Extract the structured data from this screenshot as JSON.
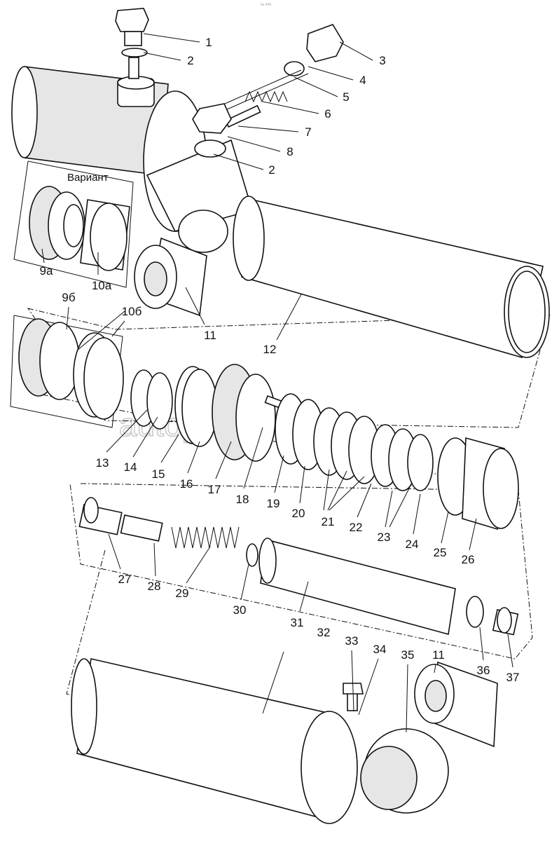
{
  "header_mark": "№ ###",
  "variant_caption": "Вариант",
  "watermark": "autoplier.ru",
  "callouts": {
    "c1": "1",
    "c2a": "2",
    "c3": "3",
    "c4": "4",
    "c5": "5",
    "c6": "6",
    "c7": "7",
    "c8": "8",
    "c2b": "2",
    "c9a": "9а",
    "c10a": "10а",
    "c9b": "9б",
    "c10b": "10б",
    "c11a": "11",
    "c12": "12",
    "c13": "13",
    "c14": "14",
    "c15": "15",
    "c16": "16",
    "c17": "17",
    "c18": "18",
    "c19": "19",
    "c20": "20",
    "c21": "21",
    "c22": "22",
    "c23": "23",
    "c24": "24",
    "c25": "25",
    "c26": "26",
    "c27": "27",
    "c28": "28",
    "c29": "29",
    "c30": "30",
    "c31": "31",
    "c32": "32",
    "c33": "33",
    "c34": "34",
    "c35": "35",
    "c11b": "11",
    "c36": "36",
    "c37": "37"
  }
}
